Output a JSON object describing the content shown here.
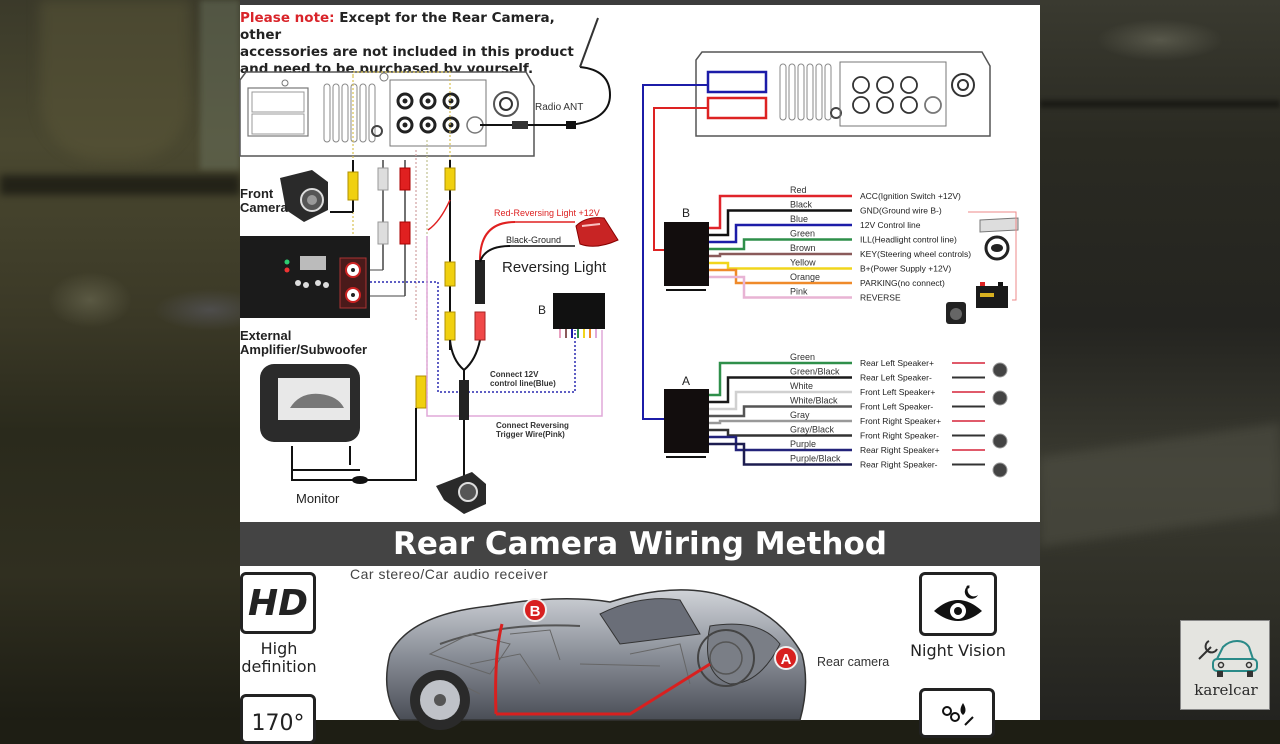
{
  "note": {
    "prefix": "Please note:",
    "line1": " Except for the Rear Camera, other",
    "line2": "accessories are not included in this product",
    "line3": "and need to be purchased by yourself."
  },
  "left_diagram": {
    "radio_ant": "Radio ANT",
    "front_camera_line1": "Front",
    "front_camera_line2": "Camera",
    "amplifier_line1": "External",
    "amplifier_line2": "Amplifier/Subwoofer",
    "monitor": "Monitor",
    "red_reversing": "Red-Reversing Light +12V",
    "black_ground": "Black-Ground",
    "reversing_light": "Reversing Light",
    "harness_b": "B",
    "connect_12v_line1": "Connect 12V",
    "connect_12v_line2": "control line(Blue)",
    "connect_rev_line1": "Connect Reversing",
    "connect_rev_line2": "Trigger Wire(Pink)"
  },
  "harness_b": {
    "label": "B",
    "wires": [
      {
        "color_name": "Red",
        "hex": "#e0242a",
        "function": "ACC(Ignition Switch +12V)"
      },
      {
        "color_name": "Black",
        "hex": "#111111",
        "function": "GND(Ground wire B-)"
      },
      {
        "color_name": "Blue",
        "hex": "#1c1ca8",
        "function": "12V Control line"
      },
      {
        "color_name": "Green",
        "hex": "#2f8f4a",
        "function": "ILL(Headlight control line)"
      },
      {
        "color_name": "Brown",
        "hex": "#8a5a5a",
        "function": "KEY(Steering wheel controls)"
      },
      {
        "color_name": "Yellow",
        "hex": "#f1d51c",
        "function": "B+(Power Supply +12V)"
      },
      {
        "color_name": "Orange",
        "hex": "#ef8a2a",
        "function": "PARKING(no connect)"
      },
      {
        "color_name": "Pink",
        "hex": "#e8b4d4",
        "function": "REVERSE"
      }
    ]
  },
  "harness_a": {
    "label": "A",
    "wires": [
      {
        "color_name": "Green",
        "hex": "#2f8f4a",
        "function": "Rear Left Speaker+"
      },
      {
        "color_name": "Green/Black",
        "hex": "#1a1a1a",
        "function": "Rear Left Speaker-"
      },
      {
        "color_name": "White",
        "hex": "#d0d0d0",
        "function": "Front Left Speaker+"
      },
      {
        "color_name": "White/Black",
        "hex": "#555555",
        "function": "Front Left Speaker-"
      },
      {
        "color_name": "Gray",
        "hex": "#999999",
        "function": "Front Right Speaker+"
      },
      {
        "color_name": "Gray/Black",
        "hex": "#333333",
        "function": "Front Right Speaker-"
      },
      {
        "color_name": "Purple",
        "hex": "#23237a",
        "function": "Rear Right Speaker+"
      },
      {
        "color_name": "Purple/Black",
        "hex": "#1d1d50",
        "function": "Rear Right Speaker-"
      }
    ]
  },
  "section": {
    "title": "Rear Camera Wiring Method"
  },
  "bottom": {
    "car_caption": "Car stereo/Car audio receiver",
    "rear_caption": "Rear camera",
    "badge_b": "B",
    "badge_a": "A",
    "features": [
      {
        "icon": "hd-icon",
        "icon_text": "HD",
        "label_line1": "High",
        "label_line2": "definition"
      },
      {
        "icon": "night-vision-icon",
        "label_line1": "Night Vision"
      },
      {
        "icon": "angle-icon",
        "icon_text": "170°"
      },
      {
        "icon": "waterproof-icon"
      }
    ]
  },
  "watermark": {
    "brand": "karelcar"
  }
}
